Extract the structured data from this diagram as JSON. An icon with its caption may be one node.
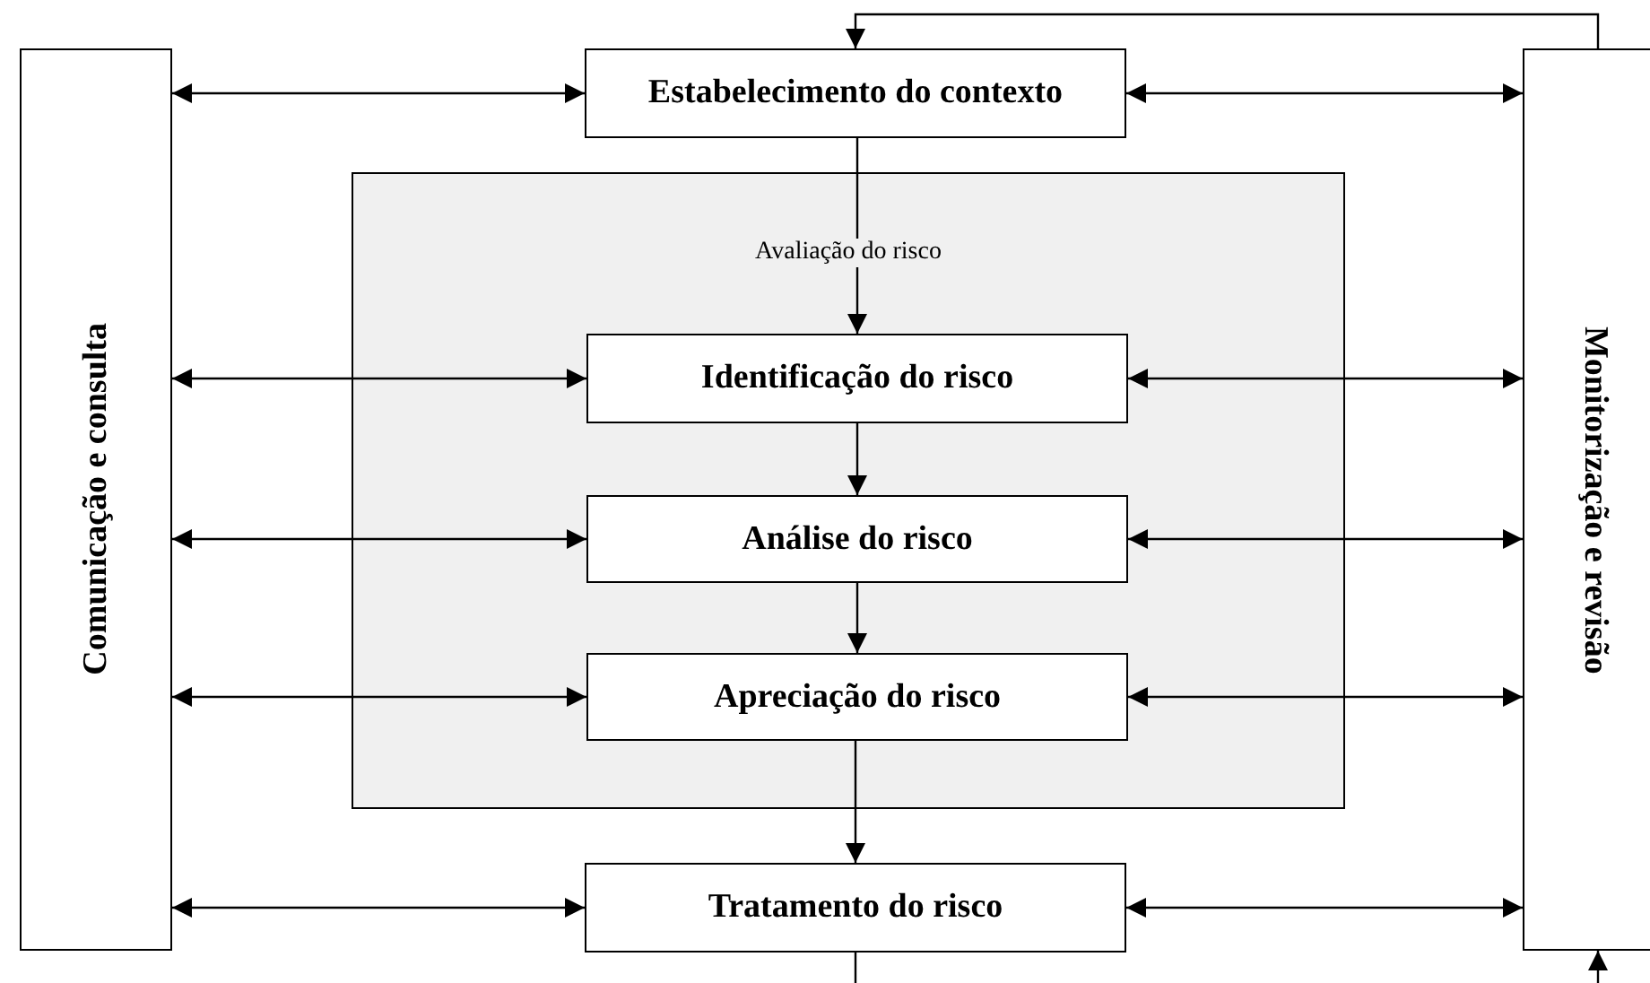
{
  "diagram": {
    "nodes": [
      {
        "text": [
          "Comunicação e consulta"
        ]
      },
      {
        "text": [
          "Estabelecimento do contexto"
        ]
      },
      {
        "text": [
          "Avaliação do risco"
        ]
      },
      {
        "text": [
          "Identificação do risco"
        ],
        "in": 2
      },
      {
        "text": [
          "Análise do risco"
        ],
        "in": 2
      },
      {
        "text": [
          "Apreciação do risco"
        ],
        "in": 2
      },
      {
        "text": [
          "Tratamento do risco"
        ]
      },
      {
        "text": [
          "Monitorização e revisão"
        ]
      }
    ],
    "edges": [
      {
        "from": 0,
        "to": 1,
        "arrow": "both"
      },
      {
        "from": 1,
        "to": 7,
        "arrow": "both"
      },
      {
        "from": 0,
        "to": 3,
        "arrow": "both"
      },
      {
        "from": 3,
        "to": 7,
        "arrow": "both"
      },
      {
        "from": 0,
        "to": 4,
        "arrow": "both"
      },
      {
        "from": 4,
        "to": 7,
        "arrow": "both"
      },
      {
        "from": 0,
        "to": 5,
        "arrow": "both"
      },
      {
        "from": 5,
        "to": 7,
        "arrow": "both"
      },
      {
        "from": 0,
        "to": 6,
        "arrow": "both"
      },
      {
        "from": 6,
        "to": 7,
        "arrow": "both"
      },
      {
        "from": 1,
        "to": 3,
        "arrow": "to"
      },
      {
        "from": 3,
        "to": 4,
        "arrow": "to"
      },
      {
        "from": 4,
        "to": 5,
        "arrow": "to"
      },
      {
        "from": 5,
        "to": 6,
        "arrow": "to"
      },
      {
        "from": 7,
        "to": 1,
        "arrow": "to"
      },
      {
        "from": 6,
        "to": null,
        "arrow": "none"
      },
      {
        "from": null,
        "to": 7,
        "arrow": "to"
      }
    ]
  }
}
